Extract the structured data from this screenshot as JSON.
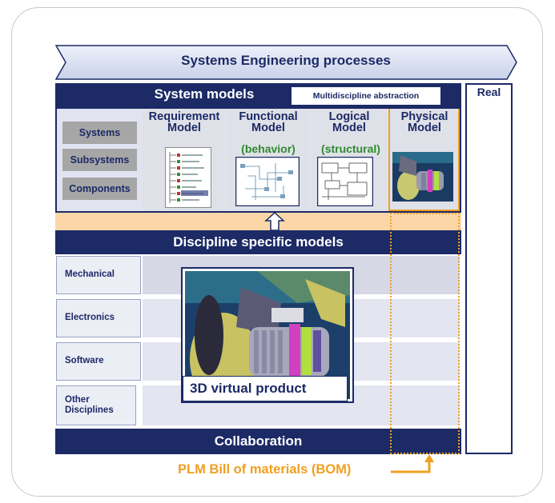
{
  "banner": {
    "label": "Systems Engineering processes"
  },
  "system_models": {
    "title": "System models",
    "abstraction_label": "Multidiscipline abstraction"
  },
  "real": {
    "label": "Real"
  },
  "levels": [
    "Systems",
    "Subsystems",
    "Components"
  ],
  "models": [
    {
      "title": "Requirement Model",
      "subtitle": ""
    },
    {
      "title": "Functional Model",
      "subtitle": "(behavior)"
    },
    {
      "title": "Logical Model",
      "subtitle": "(structural)"
    },
    {
      "title": "Physical Model",
      "subtitle": ""
    }
  ],
  "discipline_models": {
    "title": "Discipline specific models"
  },
  "disciplines": [
    "Mechanical",
    "Electronics",
    "Software",
    "Other Disciplines"
  ],
  "virtual_product": {
    "label": "3D virtual product"
  },
  "collaboration": {
    "label": "Collaboration"
  },
  "bom": {
    "label": "PLM Bill of materials (BOM)"
  },
  "colors": {
    "navy": "#1c2a66",
    "orange": "#f0a020",
    "green": "#2e8b2e",
    "peach": "#fbd7a8",
    "lavender": "#e1e3f0"
  }
}
